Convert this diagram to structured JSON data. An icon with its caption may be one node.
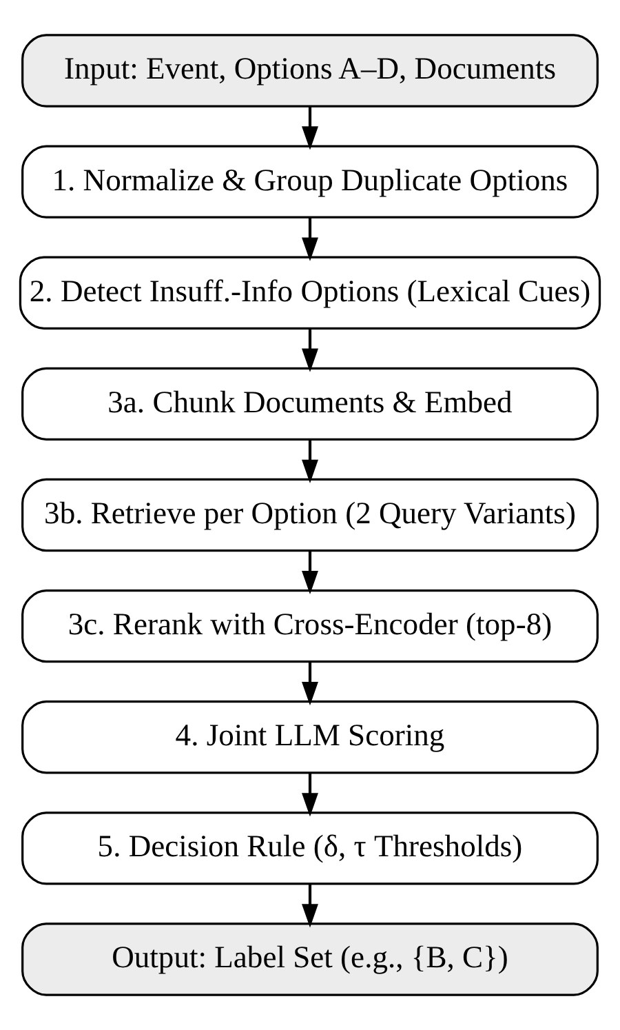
{
  "diagram": {
    "nodes": [
      {
        "text": [
          "Input: Event, Options A–D, Documents"
        ]
      },
      {
        "text": [
          "1. Normalize & Group Duplicate Options"
        ]
      },
      {
        "text": [
          "2. Detect Insuff.-Info Options (Lexical Cues)"
        ]
      },
      {
        "text": [
          "3a. Chunk Documents & Embed"
        ]
      },
      {
        "text": [
          "3b. Retrieve per Option (2 Query Variants)"
        ]
      },
      {
        "text": [
          "3c. Rerank with Cross-Encoder (top-8)"
        ]
      },
      {
        "text": [
          "4. Joint LLM Scoring"
        ]
      },
      {
        "text": [
          "5. Decision Rule (δ, τ Thresholds)"
        ]
      },
      {
        "text": [
          "Output: Label Set (e.g., {B, C})"
        ]
      }
    ],
    "edges": [
      {
        "from": 0,
        "to": 1,
        "arrow": "to"
      },
      {
        "from": 1,
        "to": 2,
        "arrow": "to"
      },
      {
        "from": 2,
        "to": 3,
        "arrow": "to"
      },
      {
        "from": 3,
        "to": 4,
        "arrow": "to"
      },
      {
        "from": 4,
        "to": 5,
        "arrow": "to"
      },
      {
        "from": 5,
        "to": 6,
        "arrow": "to"
      },
      {
        "from": 6,
        "to": 7,
        "arrow": "to"
      },
      {
        "from": 7,
        "to": 8,
        "arrow": "to"
      }
    ]
  }
}
